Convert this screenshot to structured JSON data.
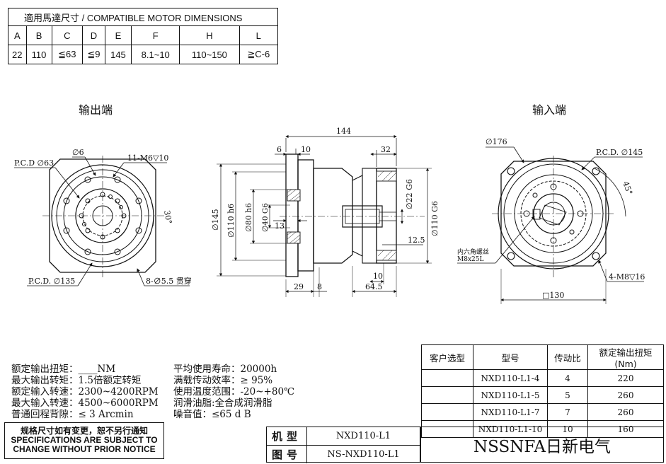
{
  "compat": {
    "caption": "適用馬達尺寸 / COMPATIBLE MOTOR DIMENSIONS",
    "headers": [
      "A",
      "B",
      "C",
      "D",
      "E",
      "F",
      "H",
      "L"
    ],
    "values": [
      "22",
      "110",
      "≦63",
      "≦9",
      "145",
      "8.1~10",
      "110~150",
      "≧C-6"
    ]
  },
  "views": {
    "output_title": "输出端",
    "input_title": "输入端"
  },
  "labels": {
    "pcd63": "P.C.D ∅63",
    "d6": "∅6",
    "m6": "11-M6▽10",
    "ang30": "30°",
    "pcd135": "P.C.D. ∅135",
    "holes": "8-∅5.5 贯穿",
    "len144": "144",
    "len6": "6",
    "len10a": "10",
    "len32": "32",
    "d145": "∅145",
    "d110h6": "∅110 h6",
    "d80h6": "∅80 h6",
    "d40g6": "∅40 G6",
    "len13": "13",
    "d22g6": "∅22 G6",
    "d110g6": "∅110 G6",
    "len12_5": "12.5",
    "len10b": "10",
    "len29": "29",
    "len8": "8",
    "len64_5": "64.5",
    "d176": "∅176",
    "pcd145": "P.C.D. ∅145",
    "ang45": "45°",
    "hex1": "内六角螺丝",
    "hex2": "M8x25L",
    "m8": "4-M8▽16",
    "sq130": "□130"
  },
  "specs": [
    {
      "k": "额定输出扭矩：",
      "v": "____NM"
    },
    {
      "k": "最大输出转矩：",
      "v": "1.5倍额定转矩"
    },
    {
      "k": "额定输入转速：",
      "v": "2300~4200RPM"
    },
    {
      "k": "最大输入转速：",
      "v": "4500~6000RPM"
    },
    {
      "k": "普通回程背隙：",
      "v": "≤ 3 Arcmin"
    },
    {
      "k": "平均使用寿命：",
      "v": "20000h"
    },
    {
      "k": "满载传动效率：",
      "v": "≥  95%"
    },
    {
      "k": "使用温度范围：",
      "v": "-20~+80℃"
    },
    {
      "k": "润滑油脂:",
      "v": "全合成润滑脂"
    },
    {
      "k": "噪音值",
      "v": "：≤65 d B"
    }
  ],
  "ratio_table": {
    "headers": [
      "客户选型",
      "型号",
      "传动比",
      "额定输出扭矩(Nm)"
    ],
    "rows": [
      {
        "customer": "",
        "model": "NXD110-L1-4",
        "ratio": "4",
        "torque": "220"
      },
      {
        "customer": "",
        "model": "NXD110-L1-5",
        "ratio": "5",
        "torque": "260"
      },
      {
        "customer": "",
        "model": "NXD110-L1-7",
        "ratio": "7",
        "torque": "260"
      },
      {
        "customer": "",
        "model": "NXD110-L1-10",
        "ratio": "10",
        "torque": "160"
      }
    ]
  },
  "notice": {
    "line1": "规格尺寸如有变更，恕不另行通知",
    "line2": "SPECIFICATIONS ARE SUBJECT TO",
    "line3": "CHANGE WITHOUT PRIOR NOTICE"
  },
  "title_block": {
    "model_label": "机型",
    "model_value": "NXD110-L1",
    "drawing_label": "图号",
    "drawing_value": "NS-NXD110-L1",
    "brand": "NSSNFA日新电气"
  }
}
